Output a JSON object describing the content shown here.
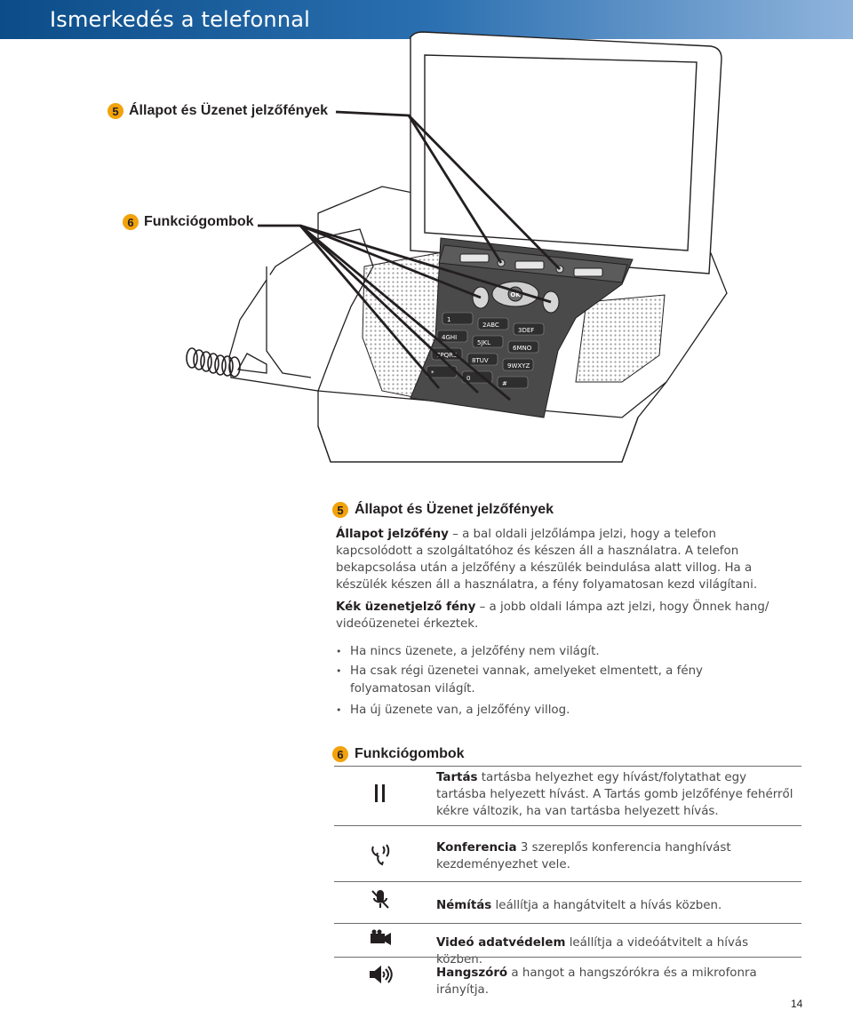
{
  "header": {
    "title": "Ismerkedés a telefonnal"
  },
  "callouts": [
    {
      "number": "5",
      "label": "Állapot és Üzenet jelzőfények"
    },
    {
      "number": "6",
      "label": "Funkciógombok"
    }
  ],
  "keypad": {
    "ok": "OK",
    "keys": [
      "1",
      "2ABC",
      "3DEF",
      "4GHI",
      "5JKL",
      "6MNO",
      "7PQRS",
      "8TUV",
      "9WXYZ",
      "*",
      "0",
      "#"
    ]
  },
  "section5": {
    "number": "5",
    "title": "Állapot és Üzenet jelzőfények",
    "p1_term": "Állapot jelzőfény",
    "p1_dash": "–",
    "p1_text": "a bal oldali jelzőlámpa jelzi, hogy a telefon kapcsolódott a szolgáltatóhoz és készen áll a használatra. A telefon bekapcsolása után a jelzőfény a készülék beindulása alatt villog. Ha a készülék készen áll a használatra, a fény folyamatosan kezd világítani.",
    "p2_term": "Kék üzenetjelző fény",
    "p2_dash": "–",
    "p2_text": "a jobb oldali lámpa azt jelzi, hogy Önnek hang/ videóüzenetei érkeztek.",
    "bullets": [
      "Ha nincs üzenete, a jelzőfény nem világít.",
      "Ha csak régi üzenetei vannak, amelyeket elmentett, a fény folyamatosan világít.",
      "Ha új üzenete van, a jelzőfény villog."
    ]
  },
  "section6": {
    "number": "6",
    "title": "Funkciógombok",
    "items": [
      {
        "icon": "hold-icon",
        "term": "Tartás",
        "text": "tartásba helyezhet egy hívást/folytathat egy tartásba helyezett hívást. A Tartás gomb jelzőfénye fehérről kékre változik, ha van tartásba helyezett hívás."
      },
      {
        "icon": "conference-icon",
        "term": "Konferencia",
        "text": "3 szereplős konferencia hanghívást kezdeményezhet vele."
      },
      {
        "icon": "mute-icon",
        "term": "Némítás",
        "text": "leállítja a hangátvitelt a hívás közben."
      },
      {
        "icon": "video-camera-icon",
        "term": "Videó adatvédelem",
        "text": "leállítja a videóátvitelt a hívás közben."
      },
      {
        "icon": "speaker-icon",
        "term": "Hangszóró",
        "text": "a hangot a hangszórókra és a mikrofonra irányítja."
      }
    ]
  },
  "page_number": "14",
  "colors": {
    "header_start": "#0c4d88",
    "header_end": "#8fb4dc",
    "badge": "#f2a20b"
  }
}
